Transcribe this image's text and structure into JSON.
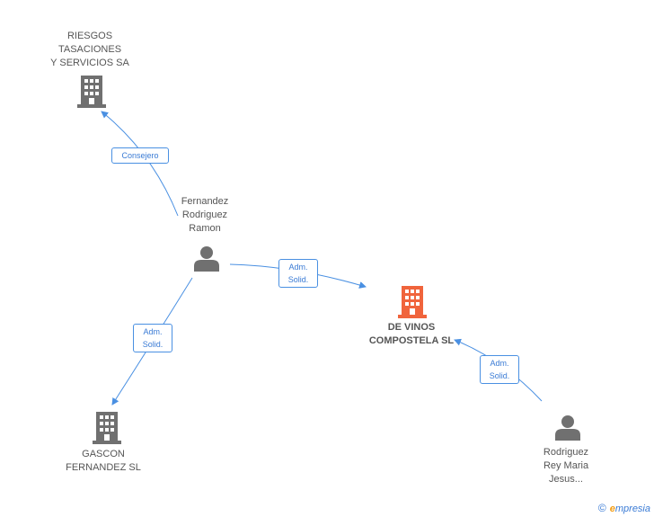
{
  "nodes": {
    "riesgos": {
      "label": "RIESGOS\nTASACIONES\nY SERVICIOS SA",
      "type": "company"
    },
    "fernandez": {
      "label": "Fernandez\nRodriguez\nRamon",
      "type": "person"
    },
    "devinos": {
      "label": "DE VINOS\nCOMPOSTELA SL",
      "type": "company-main"
    },
    "gascon": {
      "label": "GASCON\nFERNANDEZ SL",
      "type": "company"
    },
    "rodriguez": {
      "label": "Rodriguez\nRey Maria\nJesus...",
      "type": "person"
    }
  },
  "edges": {
    "consejero": "Consejero",
    "adm1": "Adm.\nSolid.",
    "adm2": "Adm.\nSolid.",
    "adm3": "Adm.\nSolid."
  },
  "footer": {
    "copyright": "©",
    "brand_e": "e",
    "brand_rest": "mpresia"
  },
  "colors": {
    "edge": "#4a90e2",
    "company": "#707070",
    "main_company": "#f0643c",
    "person": "#707070"
  }
}
